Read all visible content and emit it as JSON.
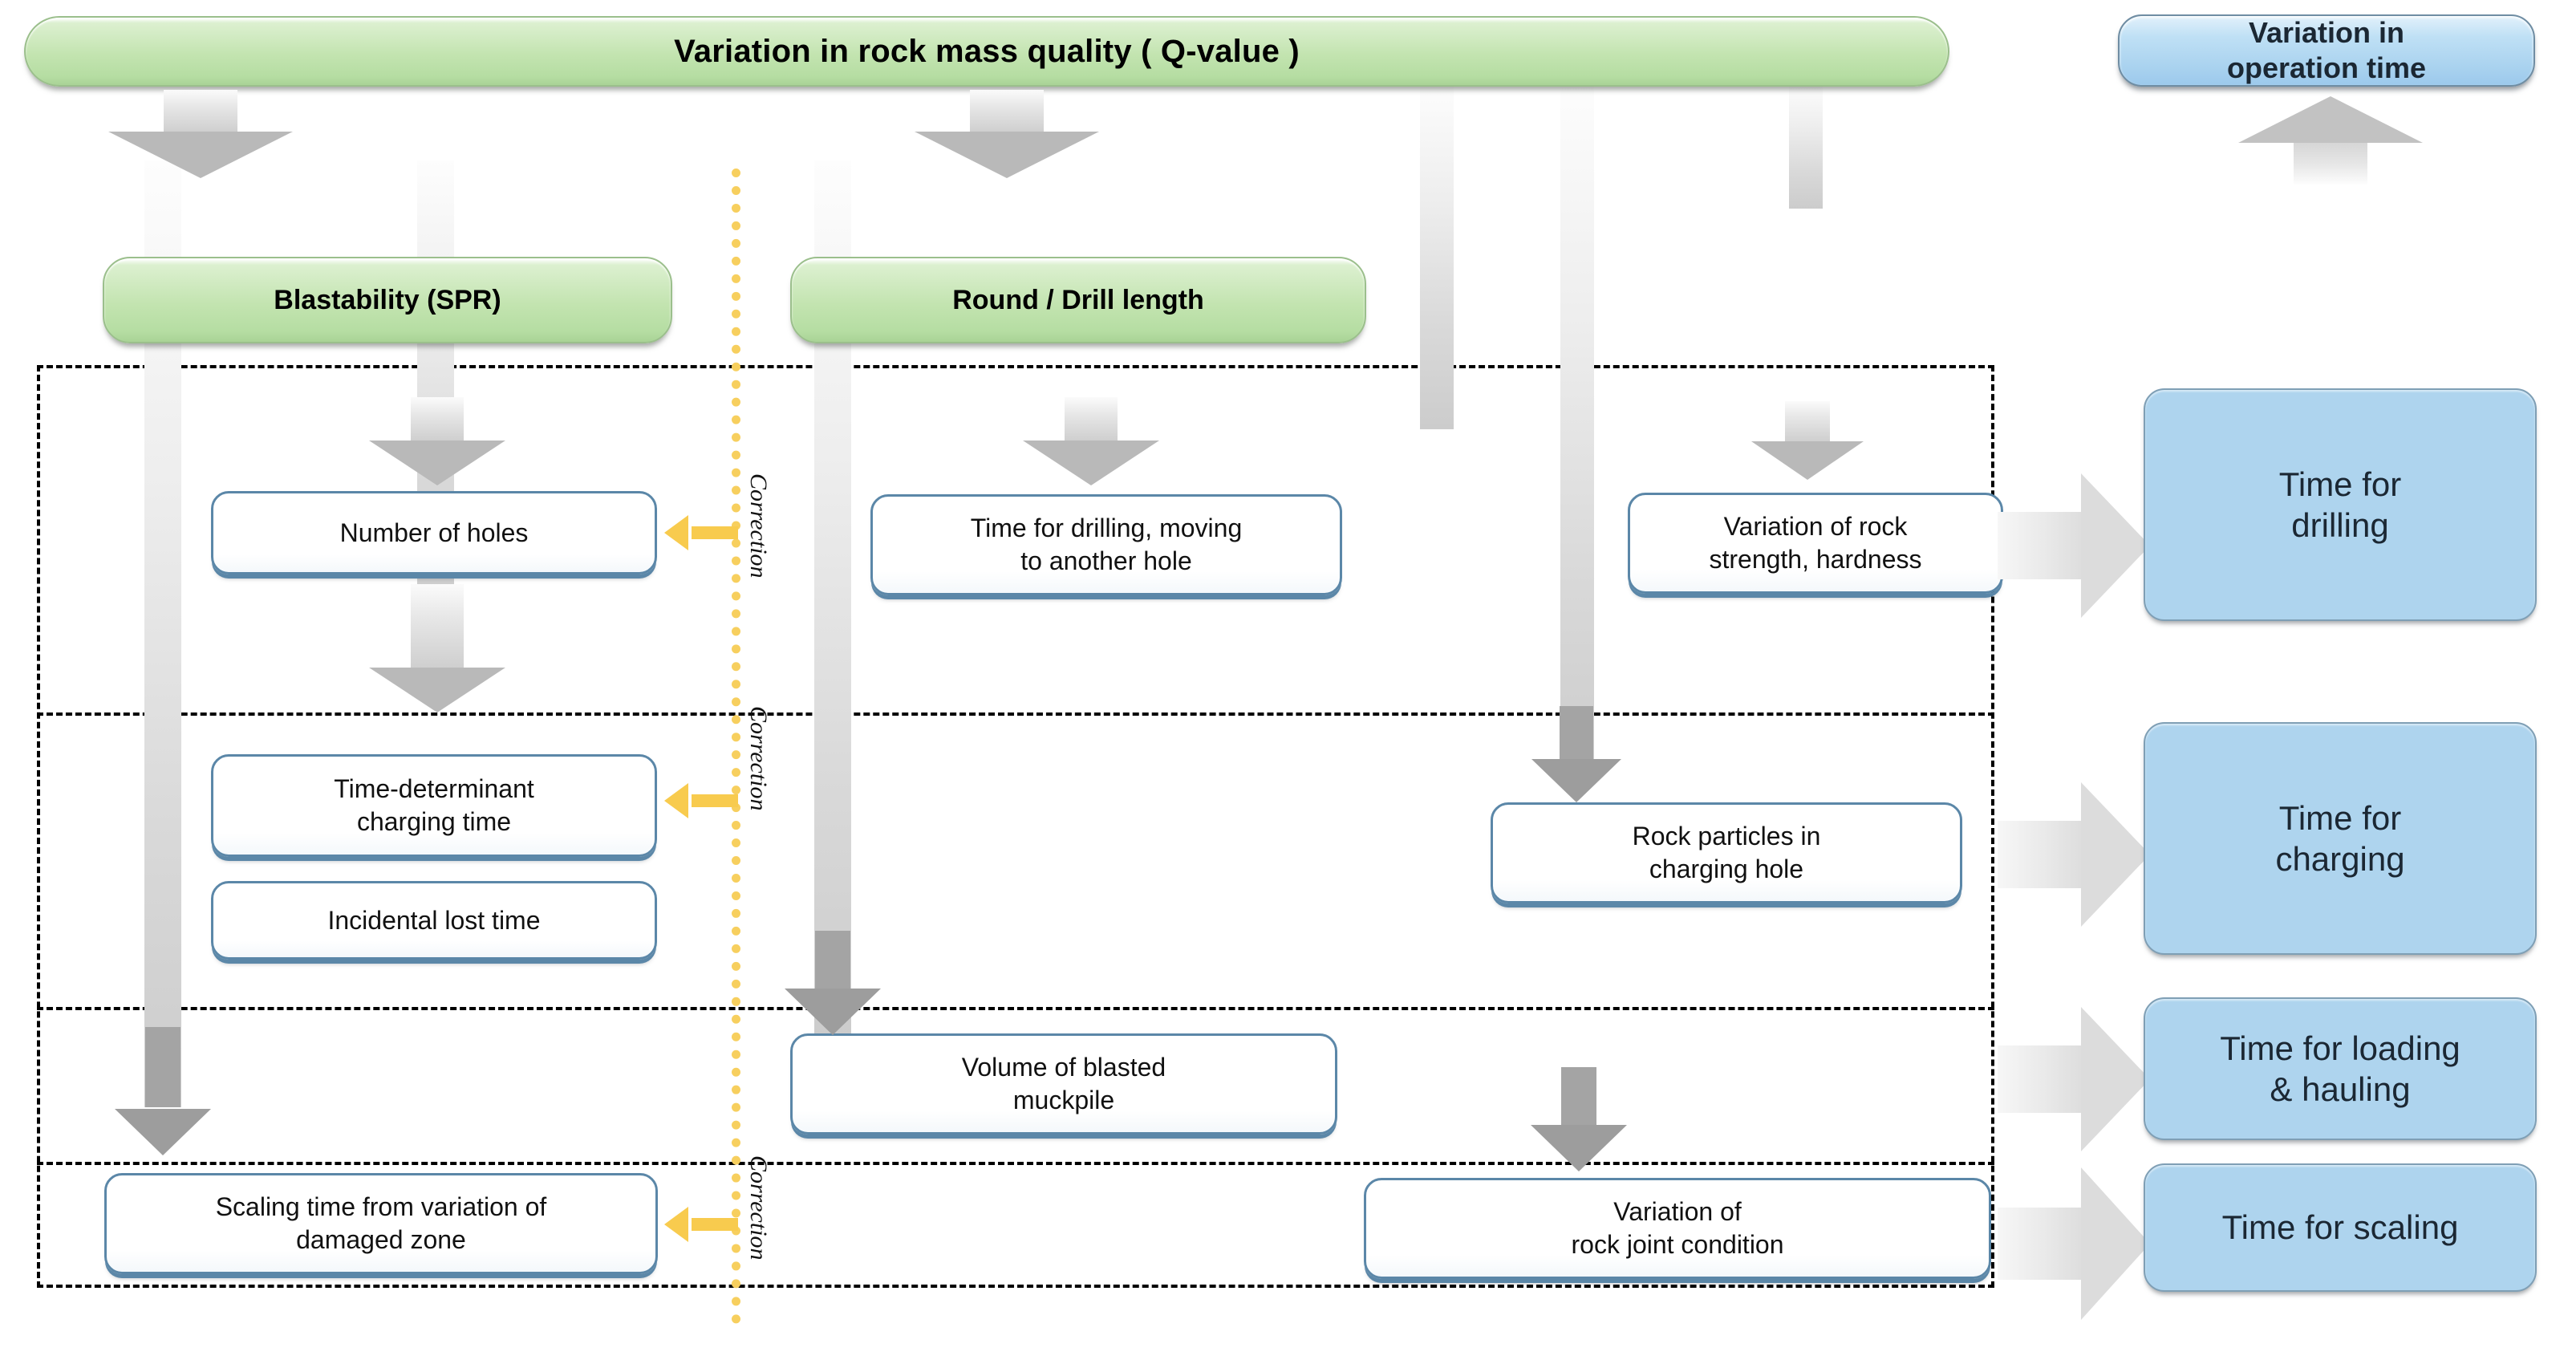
{
  "diagram": {
    "title_box": {
      "label": "Variation in rock mass quality ( Q-value )"
    },
    "outcome_box": {
      "label": "Variation in\noperation time"
    },
    "green_factors": [
      {
        "id": "blastability",
        "label": "Blastability (SPR)"
      },
      {
        "id": "round-drill-length",
        "label": "Round / Drill length"
      }
    ],
    "process_boxes": [
      {
        "id": "number-of-holes",
        "label": "Number of holes"
      },
      {
        "id": "time-for-drilling-moving",
        "label": "Time for drilling, moving\nto another hole"
      },
      {
        "id": "variation-of-rock-strength",
        "label": "Variation of rock\nstrength, hardness"
      },
      {
        "id": "time-determinant-charging-time",
        "label": "Time-determinant\ncharging time"
      },
      {
        "id": "incidental-lost-time",
        "label": "Incidental lost time"
      },
      {
        "id": "rock-particles-in-charging-hole",
        "label": "Rock particles in\ncharging hole"
      },
      {
        "id": "volume-of-blasted-muckpile",
        "label": "Volume of blasted\nmuckpile"
      },
      {
        "id": "scaling-time-from-damaged-zone",
        "label": "Scaling time from variation of\ndamaged zone"
      },
      {
        "id": "variation-of-rock-joint-condition",
        "label": "Variation of\nrock joint condition"
      }
    ],
    "outputs": [
      {
        "id": "time-for-drilling",
        "label": "Time for\ndrilling"
      },
      {
        "id": "time-for-charging",
        "label": "Time for\ncharging"
      },
      {
        "id": "time-for-loading-hauling",
        "label": "Time for loading\n& hauling"
      },
      {
        "id": "time-for-scaling",
        "label": "Time for scaling"
      }
    ],
    "correction_labels": [
      {
        "id": "correction-1",
        "label": "Correction"
      },
      {
        "id": "correction-2",
        "label": "Correction"
      },
      {
        "id": "correction-3",
        "label": "Correction"
      }
    ],
    "colors": {
      "green_fill": "#c3e4b0",
      "green_border": "#9bbf8c",
      "blue_fill": "#aed4ee",
      "blue_border": "#7f9fb5",
      "white_box_border": "#5b87a8",
      "correction_yellow": "#f8cb4e",
      "arrow_gray": "#bdbdbd",
      "dashed_black": "#000000"
    }
  }
}
